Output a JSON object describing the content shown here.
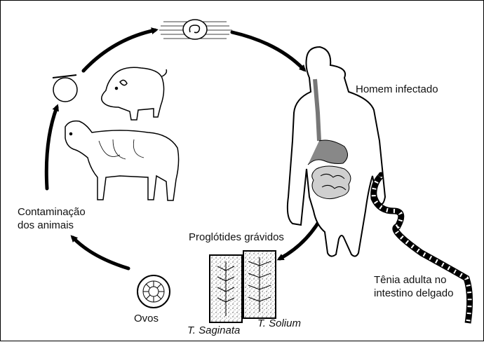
{
  "labels": {
    "homem": "Homem infectado",
    "contam_l1": "Contaminação",
    "contam_l2": "dos animais",
    "proglotides": "Proglótides grávidos",
    "tenia_l1": "Tênia adulta no",
    "tenia_l2": "intestino delgado",
    "ovos": "Ovos",
    "saginata": "T. Saginata",
    "solium": "T. Solium"
  }
}
